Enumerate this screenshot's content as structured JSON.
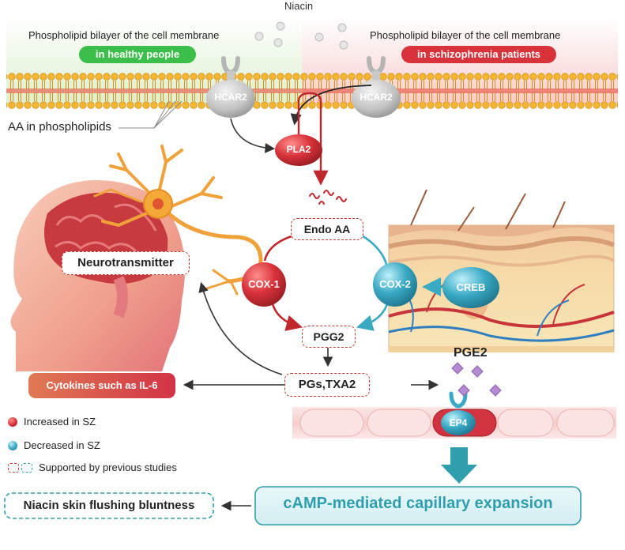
{
  "niacin_label": "Niacin",
  "membrane": {
    "left_title": "Phospholipid bilayer of the cell membrane",
    "left_badge": "in healthy people",
    "right_title": "Phospholipid bilayer of the cell membrane",
    "right_badge": "in schizophrenia patients",
    "aa_label": "AA in phospholipids"
  },
  "receptors": {
    "left": "HCAR2",
    "right": "HCAR2"
  },
  "nodes": {
    "pla2": "PLA2",
    "endo_aa": "Endo AA",
    "cox1": "COX-1",
    "cox2": "COX-2",
    "creb": "CREB",
    "pgg2": "PGG2",
    "pgs_txa2": "PGs,TXA2",
    "pge2": "PGE2",
    "ep4": "EP4",
    "neurotransmitter": "Neurotransmitter",
    "cytokines": "Cytokines such as IL-6"
  },
  "legend": {
    "increased": "Increased in SZ",
    "decreased": "Decreased in SZ",
    "supported": "Supported by previous studies"
  },
  "outcomes": {
    "camp": "cAMP-mediated capillary expansion",
    "flushing": "Niacin skin flushing bluntness"
  },
  "colors": {
    "red": "#d0323c",
    "blue": "#3aa9c4",
    "green_badge": "#3cbf4a",
    "red_badge": "#d8323a",
    "teal_box": "#2f9fae",
    "membrane_yellow": "#f2b632"
  }
}
